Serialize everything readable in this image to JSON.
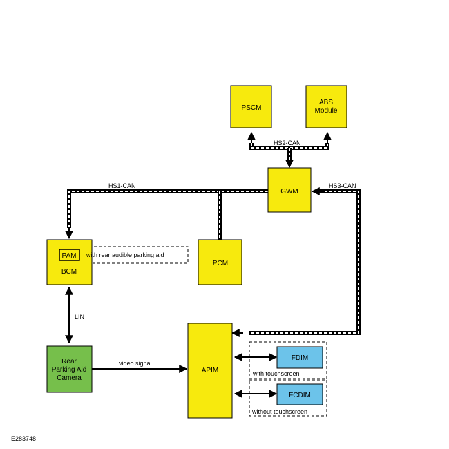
{
  "modules": {
    "pscm": "PSCM",
    "abs_line1": "ABS",
    "abs_line2": "Module",
    "gwm": "GWM",
    "bcm": "BCM",
    "pam": "PAM",
    "pcm": "PCM",
    "apim": "APIM",
    "fdim": "FDIM",
    "fcdim": "FCDIM",
    "camera_line1": "Rear",
    "camera_line2": "Parking Aid",
    "camera_line3": "Camera"
  },
  "buses": {
    "hs1": "HS1-CAN",
    "hs2": "HS2-CAN",
    "hs3": "HS3-CAN",
    "lin": "LIN",
    "video": "video signal"
  },
  "notes": {
    "pam_option": "with rear audible parking aid",
    "with_touch": "with touchscreen",
    "without_touch": "without touchscreen"
  },
  "figure_id": "E283748",
  "colors": {
    "module_yellow": "#f7ea0d",
    "display_blue": "#6cc3ea",
    "camera_green": "#76bf4b",
    "outline": "#000000"
  }
}
